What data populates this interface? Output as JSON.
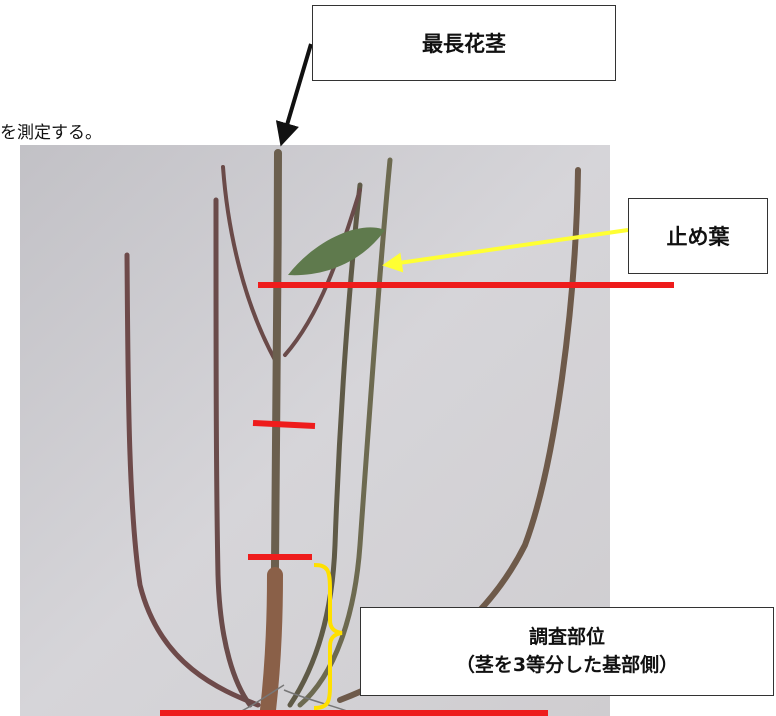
{
  "labels": {
    "longest_stem": "最長花茎",
    "flag_leaf": "止め葉",
    "survey_site_line1": "調査部位",
    "survey_site_line2": "（茎を3等分した基部側）"
  },
  "page_fragment_text": "を測定する。",
  "colors": {
    "marker_red": "#ee1c1c",
    "arrow_yellow": "#ffff33",
    "bracket_yellow": "#ffe000",
    "arrow_black": "#111111"
  }
}
